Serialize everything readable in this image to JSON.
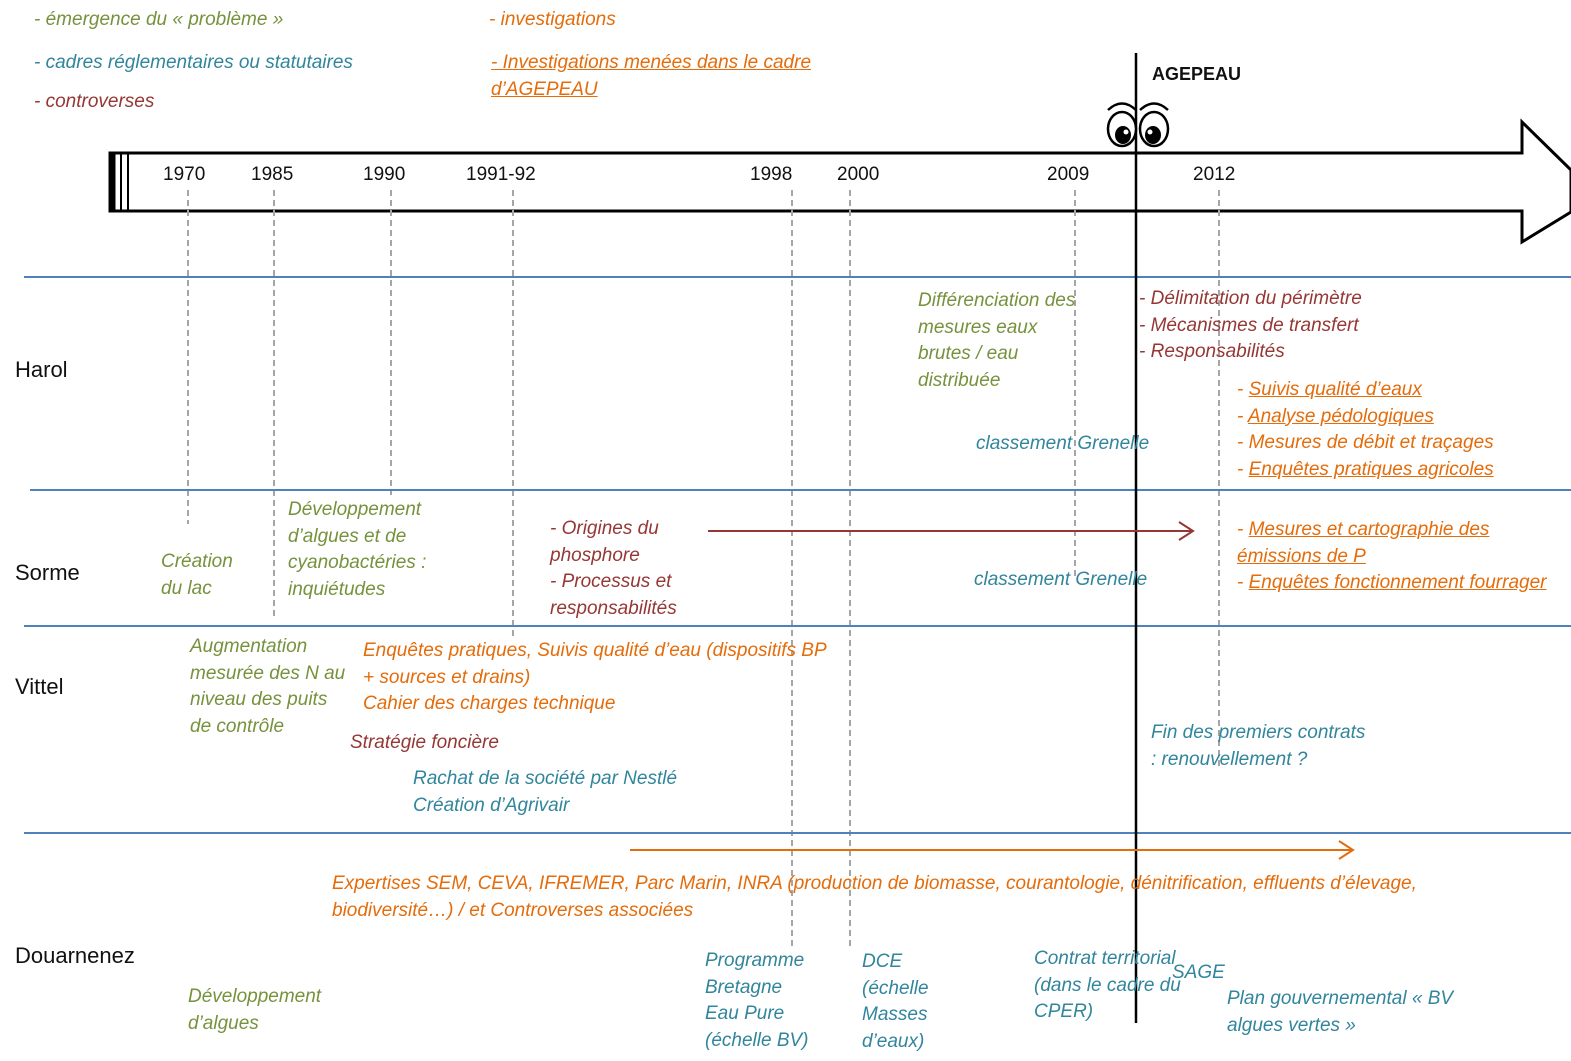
{
  "legend": {
    "emergence": "- émergence du « problème »",
    "cadres": "- cadres réglementaires ou statutaires",
    "controverses": "- controverses",
    "investigations": "- investigations",
    "agepeau_l1": "- Investigations menées dans le cadre",
    "agepeau_l2": "d’AGEPEAU"
  },
  "colors": {
    "green": "#76923c",
    "teal": "#31859c",
    "red": "#953735",
    "orange": "#e46c0a",
    "separator": "#4f81bd"
  },
  "timeline": {
    "marker_label": "AGEPEAU",
    "years": [
      "1970",
      "1985",
      "1990",
      "1991-92",
      "1998",
      "2000",
      "2009",
      "2012"
    ]
  },
  "sites": {
    "harol": "Harol",
    "sorme": "Sorme",
    "vittel": "Vittel",
    "douarnenez": "Douarnenez"
  },
  "harol": {
    "diff": [
      "Différenciation des",
      "mesures eaux",
      "brutes / eau",
      "distribuée"
    ],
    "classement": "classement Grenelle",
    "controverses": [
      "- Délimitation du périmètre",
      "- Mécanismes de transfert",
      "- Responsabilités"
    ],
    "investigations": [
      {
        "dash": "- ",
        "text": "Suivis qualité d’eaux"
      },
      {
        "dash": "- ",
        "text": "Analyse pédologiques"
      },
      {
        "dash": "- ",
        "text": "Mesures de débit et traçages"
      },
      {
        "dash": "- ",
        "text": "Enquêtes pratiques agricoles"
      }
    ]
  },
  "sorme": {
    "creation": [
      "Création",
      "du lac"
    ],
    "algues": [
      "Développement",
      "d’algues et de",
      "cyanobactéries :",
      "inquiétudes"
    ],
    "origines": [
      "- Origines du",
      "phosphore",
      "- Processus et",
      "responsabilités"
    ],
    "classement": "classement Grenelle",
    "inv1_dash": "- ",
    "inv1_a": "Mesures et cartographie des",
    "inv1_b": "émissions de P",
    "inv2_dash": "- ",
    "inv2": "Enquêtes fonctionnement fourrager"
  },
  "vittel": {
    "augmentation": [
      "Augmentation",
      "mesurée des N au",
      "niveau des puits",
      "de contrôle"
    ],
    "enquetes": [
      "Enquêtes pratiques, Suivis qualité d’eau (dispositifs BP",
      "+ sources et drains)",
      "Cahier des charges technique"
    ],
    "strategie": "Stratégie foncière",
    "rachat": [
      "Rachat de la société par Nestlé",
      "Création d’Agrivair"
    ],
    "fin": [
      "Fin des premiers contrats",
      ": renouvellement ?"
    ]
  },
  "douarnenez": {
    "expertises": [
      "Expertises SEM, CEVA, IFREMER, Parc Marin, INRA (production de biomasse, courantologie, dénitrification, effluents d’élevage,",
      "biodiversité…) / et Controverses associées"
    ],
    "developpement": [
      "Développement",
      "d’algues"
    ],
    "programme": [
      "Programme",
      "Bretagne",
      "Eau Pure",
      "(échelle BV)"
    ],
    "dce": [
      "DCE",
      "(échelle",
      "Masses",
      "d’eaux)"
    ],
    "contrat": [
      "Contrat territorial",
      "(dans le cadre du",
      "CPER)"
    ],
    "sage": "SAGE",
    "plan": [
      "Plan gouvernemental « BV",
      "algues vertes »"
    ]
  }
}
